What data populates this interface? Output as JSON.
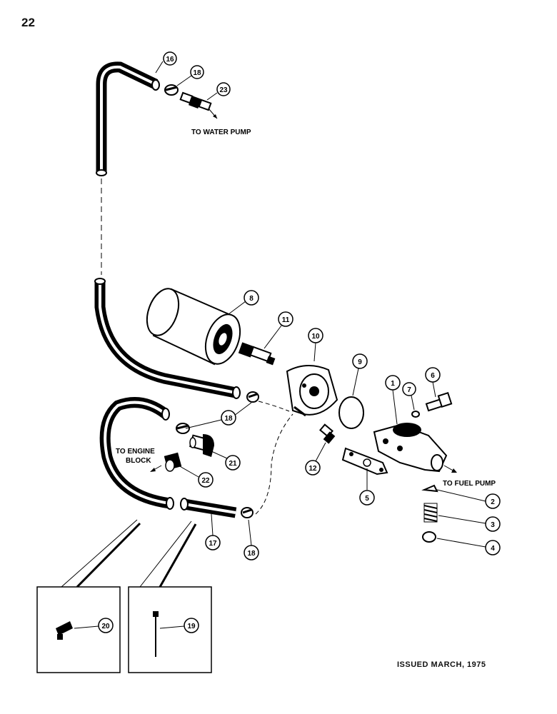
{
  "page_number": "22",
  "issued": "ISSUED MARCH, 1975",
  "labels": {
    "water_pump": "TO WATER PUMP",
    "fuel_pump": "TO FUEL PUMP",
    "engine_block_1": "TO ENGINE",
    "engine_block_2": "BLOCK"
  },
  "callouts": {
    "c1": "1",
    "c2": "2",
    "c3": "3",
    "c4": "4",
    "c5": "5",
    "c6": "6",
    "c7": "7",
    "c8": "8",
    "c9": "9",
    "c10": "10",
    "c11": "11",
    "c12": "12",
    "c16": "16",
    "c17": "17",
    "c18a": "18",
    "c18b": "18",
    "c18c": "18",
    "c19": "19",
    "c20": "20",
    "c21": "21",
    "c22": "22",
    "c23": "23"
  }
}
